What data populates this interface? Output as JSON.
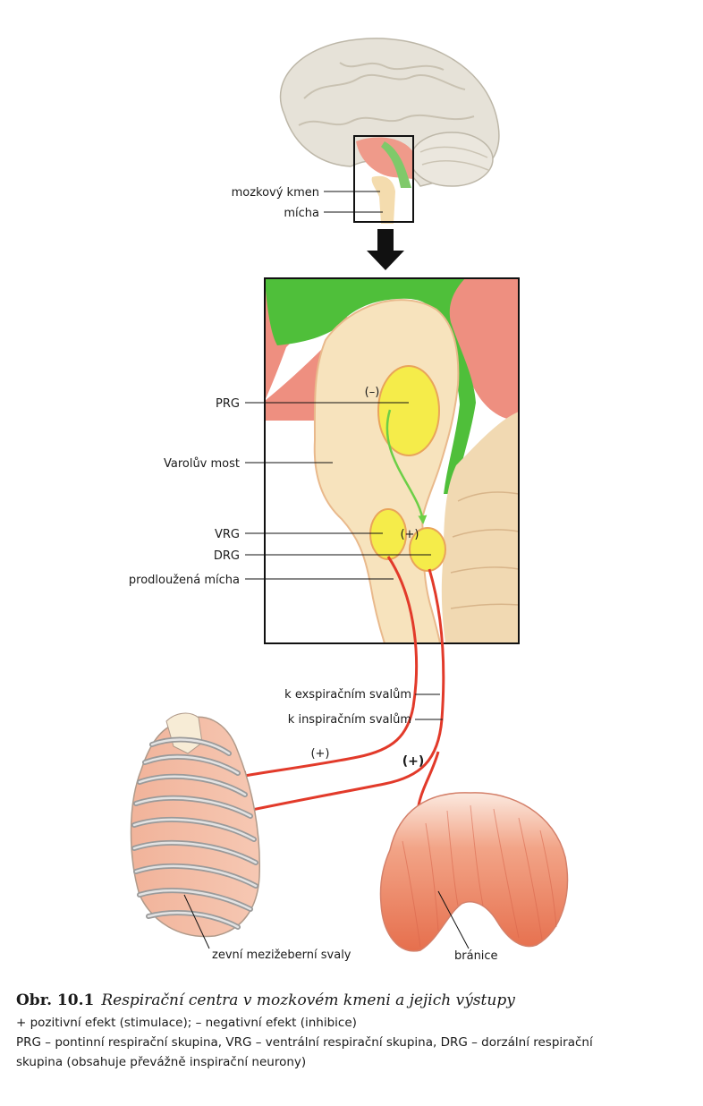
{
  "labels": {
    "brainstem": "mozkový kmen",
    "spinal_cord": "mícha",
    "prg": "PRG",
    "pons": "Varolův most",
    "vrg": "VRG",
    "drg": "DRG",
    "medulla": "prodloužená mícha",
    "to_expiratory": "k exspiračním svalům",
    "to_inspiratory": "k inspiračním svalům",
    "external_intercostals": "zevní mezižeberní svaly",
    "diaphragm": "bránice"
  },
  "signs": {
    "prg_effect": "(–)",
    "drg_effect": "(+)",
    "expiratory_effect": "(+)",
    "inspiratory_effect": "(+)"
  },
  "caption": {
    "number": "Obr. 10.1",
    "title": "Respirační centra v mozkovém kmeni a jejich výstupy",
    "line1": "+ pozitivní efekt (stimulace); – negativní efekt (inhibice)",
    "line2": "PRG – pontinní respirační skupina, VRG – ventrální respirační skupina, DRG – dorzální respirační",
    "line3": "skupina (obsahuje převážně inspirační neurony)"
  },
  "colors": {
    "green_tract": "#4fbf3a",
    "pink_tissue": "#ee8f80",
    "beige_tissue": "#f7e3bd",
    "yellow_nucleus": "#f5ec4a",
    "red_nerve": "#e23a2a",
    "muscle": "#ee8a68"
  }
}
